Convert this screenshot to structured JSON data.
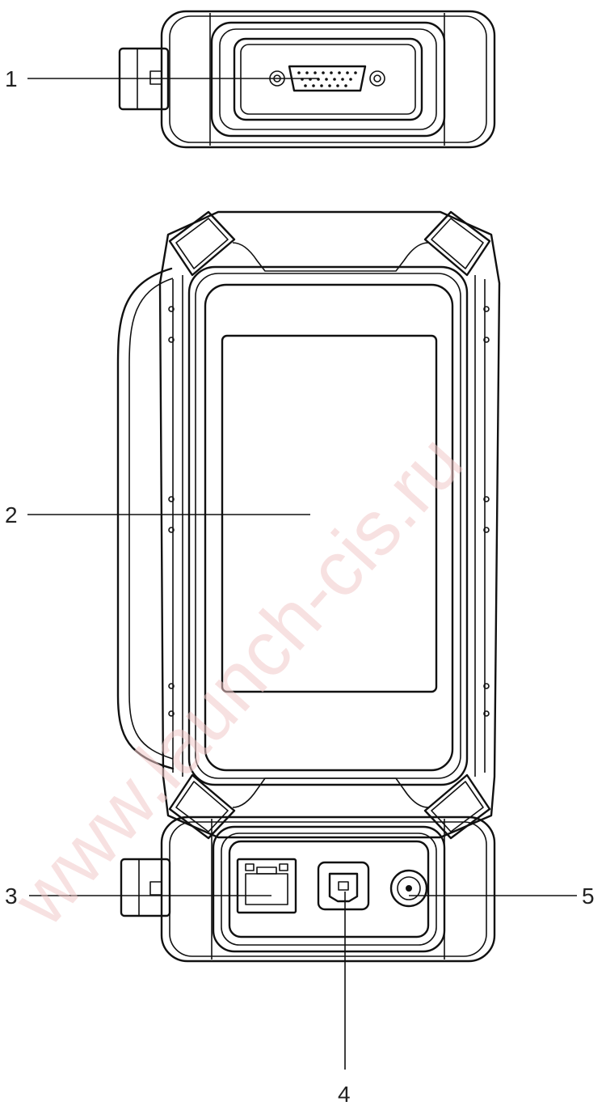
{
  "callouts": [
    {
      "label": "1"
    },
    {
      "label": "2"
    },
    {
      "label": "3"
    },
    {
      "label": "4"
    },
    {
      "label": "5"
    }
  ],
  "watermark": "www.launch-cis.ru",
  "colors": {
    "line": "#111111",
    "watermark": "#f2c9c9",
    "background": "#ffffff"
  }
}
